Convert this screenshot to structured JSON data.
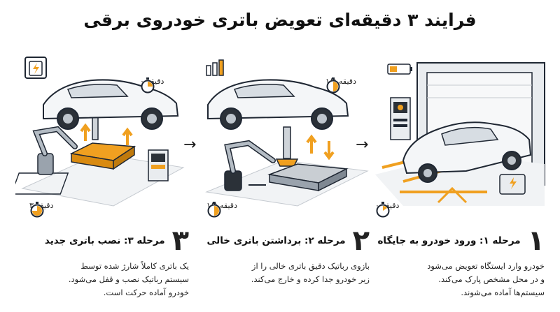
{
  "title": "فرایند ۳ دقیقه‌ای تعویض باتری خودروی برقی",
  "colors": {
    "accent": "#f0a020",
    "line": "#1f2733",
    "car": "#f4f6f8",
    "panel": "#e9ecef"
  },
  "steps": [
    {
      "number": "۱",
      "title": "مرحله ۱: ورود خودرو به جایگاه",
      "desc": [
        "خودرو وارد ایستگاه تعویض می‌شود",
        "و در محل مشخص پارک می‌کند.",
        "سیستم‌ها آماده می‌شوند."
      ],
      "timer_top": "",
      "timer_bottom": "دقیقه ۰"
    },
    {
      "number": "۲",
      "title": "مرحله ۲: برداشتن باتری خالی",
      "desc": [
        "بازوی رباتیک دقیق باتری خالی را از",
        "زیر خودرو جدا کرده و خارج می‌کند."
      ],
      "timer_top": "دقیقه ۱/۵",
      "timer_bottom": "دقیقه ۱/۵"
    },
    {
      "number": "۳",
      "title": "مرحله ۳: نصب باتری جدید",
      "desc": [
        "یک باتری کاملاً شارژ شده توسط",
        "سیستم رباتیک نصب و قفل می‌شود.",
        "خودرو آماده حرکت است."
      ],
      "timer_top": "دقیقه ۰",
      "timer_bottom": "دقیقه ۳"
    }
  ],
  "arrows": [
    "→",
    "→"
  ]
}
